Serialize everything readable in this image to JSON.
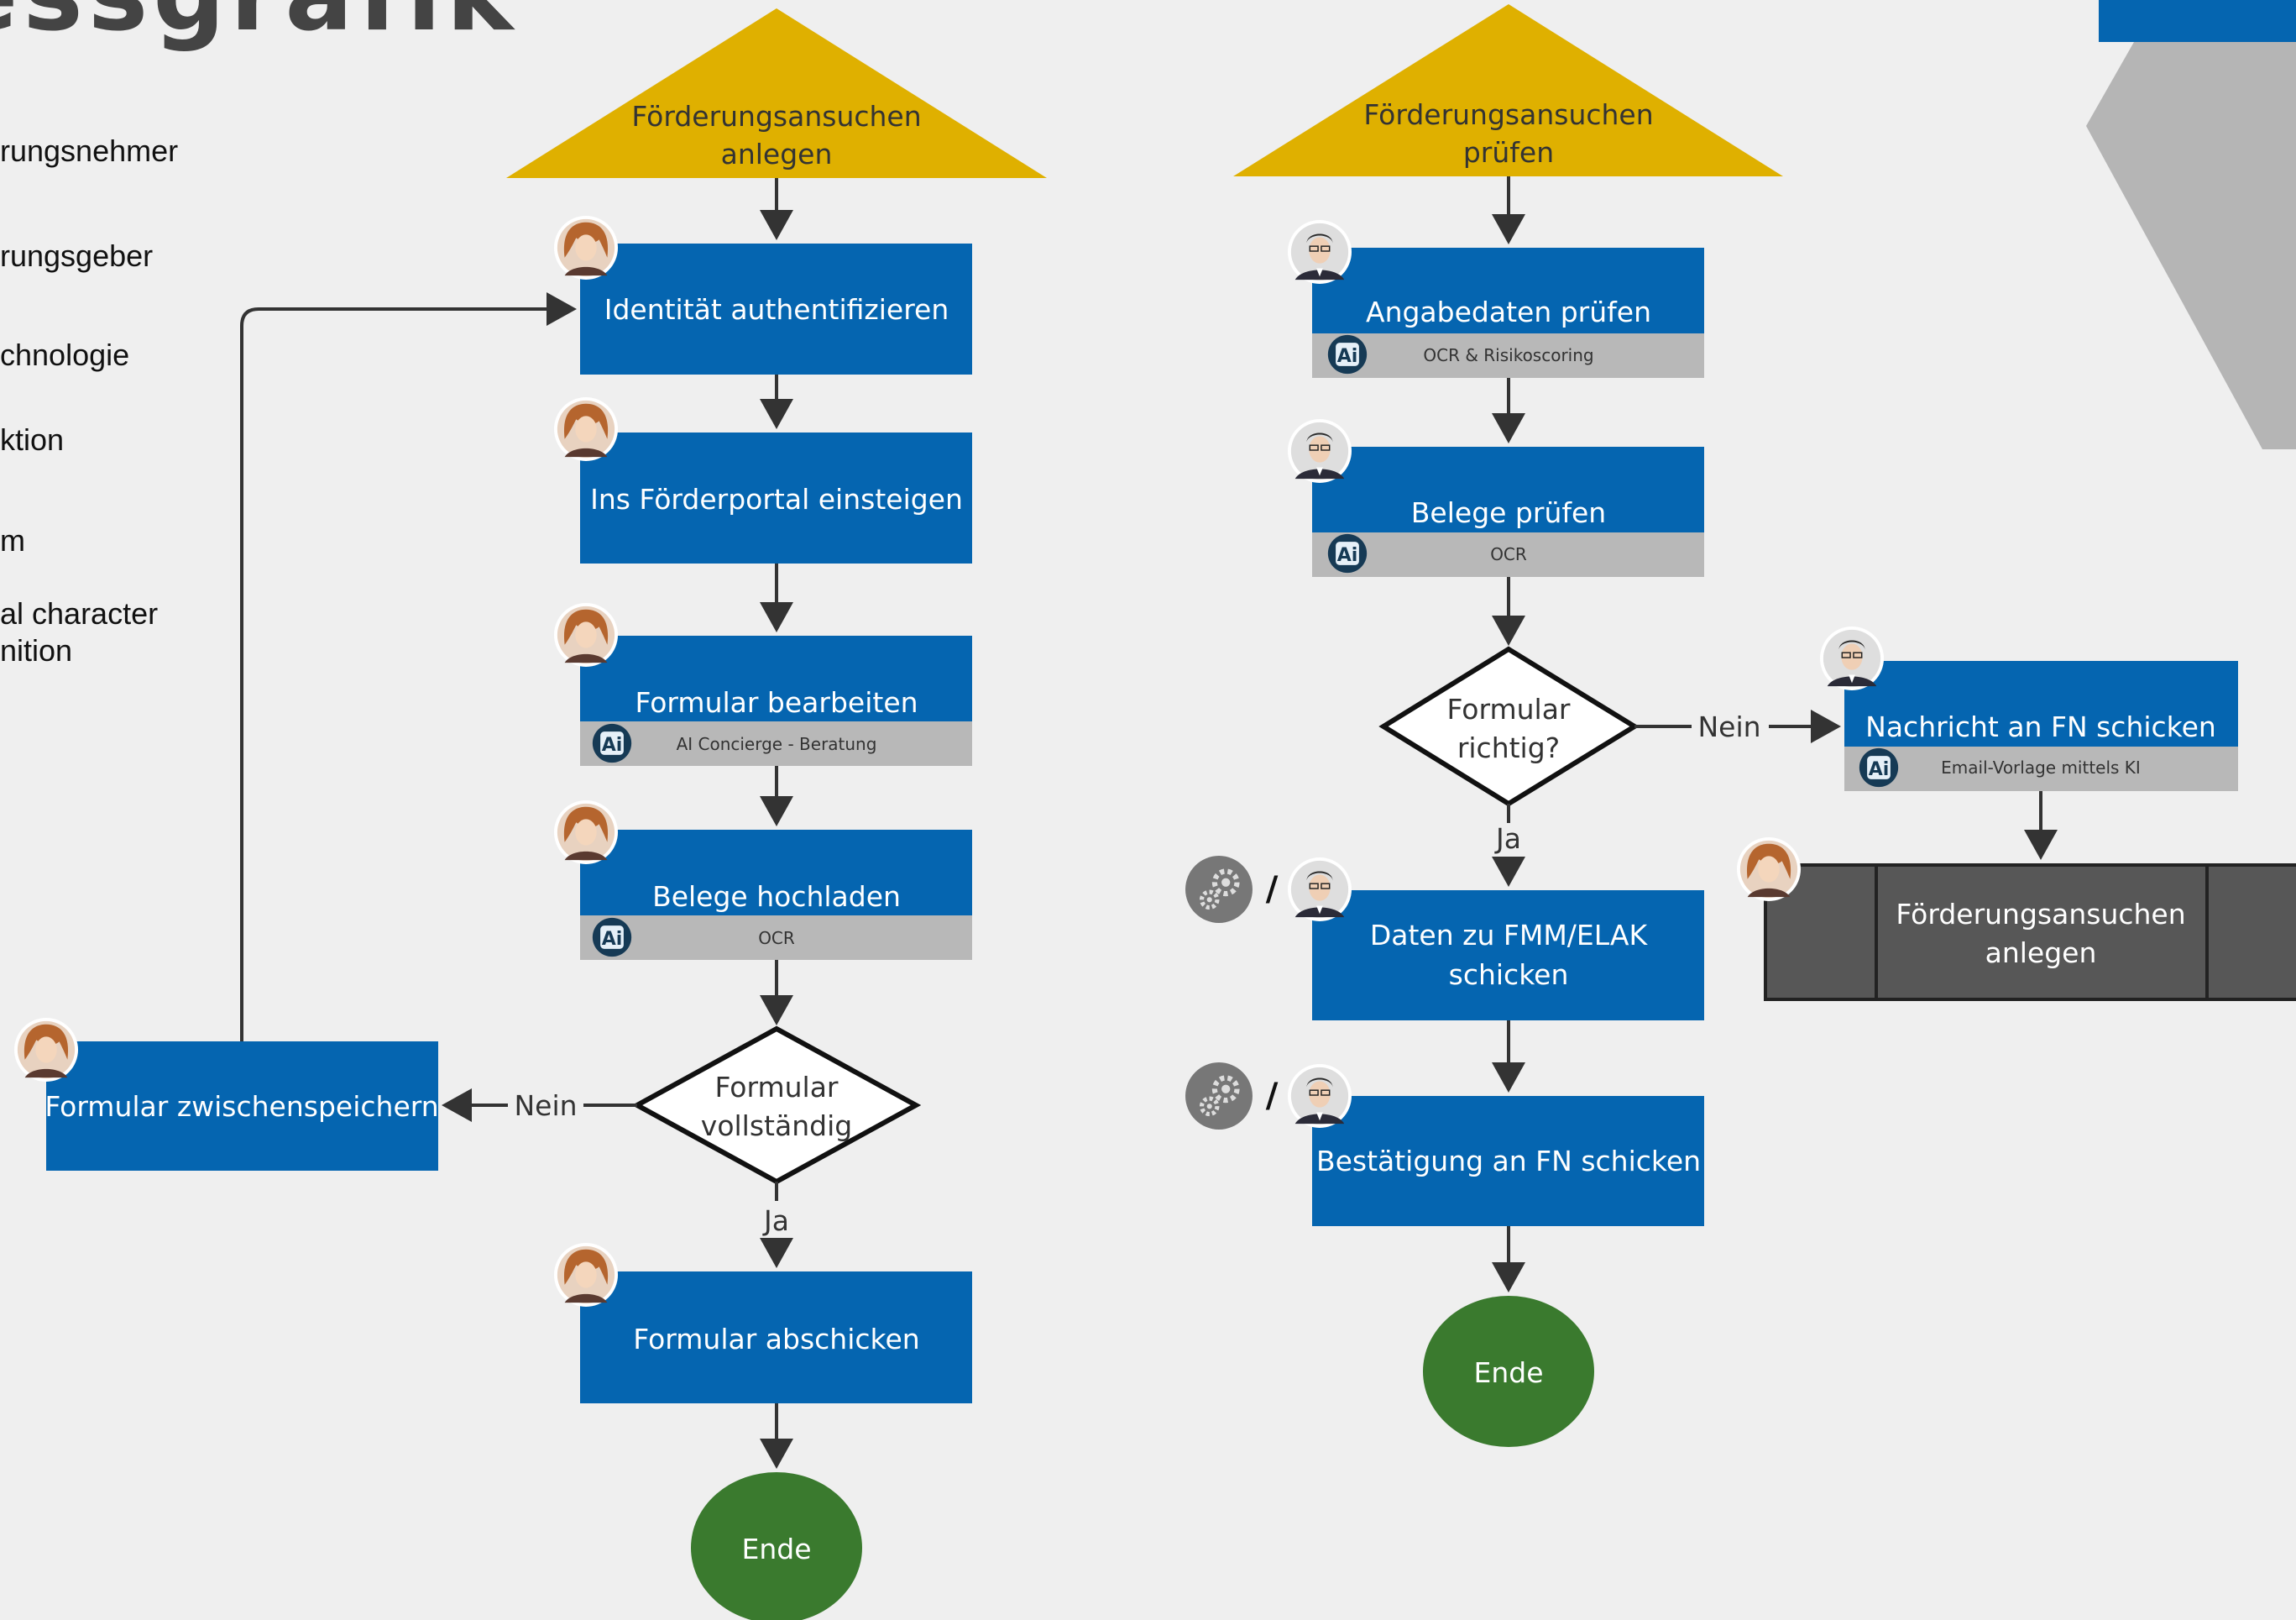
{
  "page_title_fragment": "essgrafik",
  "legend": [
    "rungsnehmer",
    "rungsgeber",
    "chnologie",
    "ktion",
    "m",
    "al character",
    "nition"
  ],
  "flow_left": {
    "start": [
      "Förderungsansuchen",
      "anlegen"
    ],
    "steps": {
      "identity": "Identität authentifizieren",
      "portal": "Ins Förderportal einsteigen",
      "edit_form": "Formular bearbeiten",
      "edit_form_sub": "AI Concierge - Beratung",
      "upload": "Belege hochladen",
      "upload_sub": "OCR",
      "save": "Formular zwischenspeichern",
      "submit": "Formular abschicken"
    },
    "decision": [
      "Formular",
      "vollständig"
    ],
    "label_no": "Nein",
    "label_yes": "Ja",
    "end": "Ende"
  },
  "flow_right": {
    "start": [
      "Förderungsansuchen",
      "prüfen"
    ],
    "steps": {
      "check_data": "Angabedaten prüfen",
      "check_data_sub": "OCR & Risikoscoring",
      "check_receipts": "Belege prüfen",
      "check_receipts_sub": "OCR",
      "send_data": [
        "Daten zu FMM/ELAK",
        "schicken"
      ],
      "confirm": "Bestätigung an FN schicken",
      "message": "Nachricht an FN schicken",
      "message_sub": "Email-Vorlage mittels KI",
      "subprocess": [
        "Förderungsansuchen",
        "anlegen"
      ]
    },
    "decision": [
      "Formular",
      "richtig?"
    ],
    "label_no": "Nein",
    "label_yes": "Ja",
    "slash": "/",
    "end": "Ende"
  },
  "ai_badge": "Ai",
  "colors": {
    "blue": "#0565b0",
    "yellow": "#dfb000",
    "green": "#3a7a2e",
    "grey_bar": "#b8b8b8",
    "dark_box": "#575757",
    "accent_blue": "#0565b0",
    "accent_grey": "#b5b5b5"
  },
  "icons": [
    "person-female-avatar",
    "person-male-avatar",
    "gears-icon",
    "ai-chip-icon"
  ]
}
